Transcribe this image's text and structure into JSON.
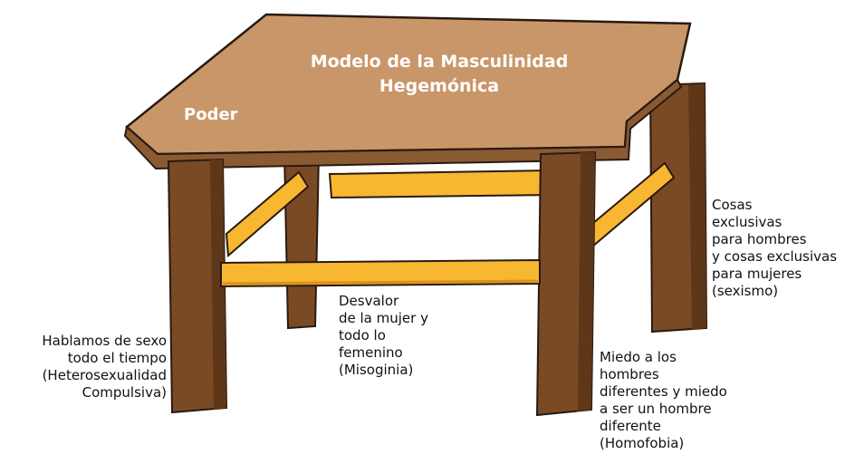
{
  "diagram": {
    "title_line1": "Modelo de la Masculinidad",
    "title_line2": "Hegemónica",
    "corner_label": "Poder",
    "legs": [
      {
        "label": "Hablamos de sexo\ntodo el tiempo\n(Heterosexualidad\nCompulsiva)"
      },
      {
        "label": "Desvalor\nde la mujer y\ntodo lo\nfemenino\n(Misoginia)"
      },
      {
        "label": "Miedo a los\nhombres\ndiferentes y miedo\na ser un hombre\ndiferente\n(Homofobia)"
      },
      {
        "label": "Cosas\nexclusivas\npara hombres\ny cosas exclusivas\npara mujeres\n(sexismo)"
      }
    ],
    "colors": {
      "tabletop": "#C9966A",
      "tabletop_edge": "#8A5A33",
      "leg": "#7A4A24",
      "leg_shadow": "#5E3618",
      "rung": "#F7B731",
      "rung_dark": "#D8921A",
      "outline": "#2A1A10"
    }
  }
}
